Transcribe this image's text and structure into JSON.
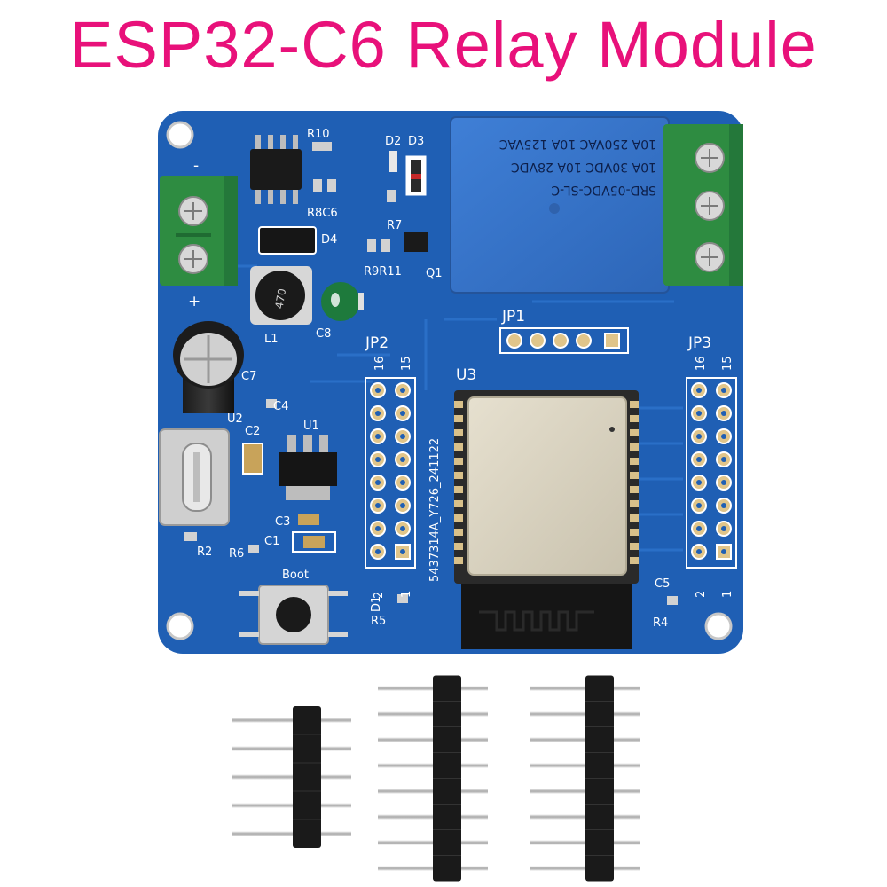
{
  "title": "ESP32-C6 Relay Module",
  "board": {
    "color": "#1f5fb4",
    "relay_text": [
      "SRD-05VDC-SL-C",
      "10A 30VDC 10A 28VDC",
      "10A 250VAC 10A 125VAC"
    ],
    "inductor_text": "470",
    "version_text": "5437314A_Y726_241122",
    "labels": {
      "r10": "R10",
      "d2": "D2",
      "d3": "D3",
      "r8c6": "R8C6",
      "d4": "D4",
      "r7": "R7",
      "r9r11": "R9R11",
      "q1": "Q1",
      "l1": "L1",
      "c8": "C8",
      "c7": "C7",
      "c4": "C4",
      "u2": "U2",
      "c2": "C2",
      "u1": "U1",
      "c3": "C3",
      "c1": "C1",
      "r2": "R2",
      "r6": "R6",
      "boot": "Boot",
      "jp1": "JP1",
      "jp2": "JP2",
      "jp3": "JP3",
      "u3": "U3",
      "jp2_16": "16",
      "jp2_15": "15",
      "jp2_2": "2",
      "jp2_1": "1",
      "jp3_16": "16",
      "jp3_15": "15",
      "jp3_2": "2",
      "jp3_1": "1",
      "d1": "D1",
      "r5": "R5",
      "c5": "C5",
      "r4": "R4",
      "minus": "-",
      "plus": "+"
    }
  }
}
